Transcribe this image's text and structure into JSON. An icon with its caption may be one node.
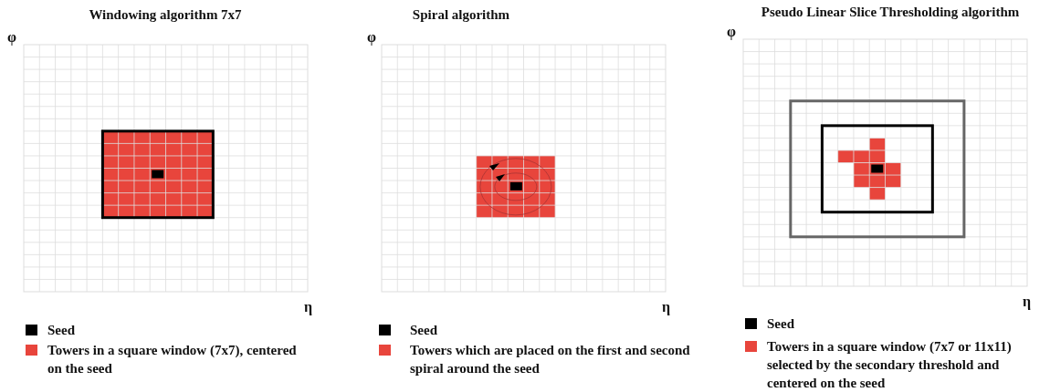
{
  "diagram": {
    "labels": [
      "Windowing algorithm 7x7",
      "φ",
      "η",
      "Spiral algorithm",
      "φ",
      "η",
      "Pseudo Linear Slice Thresholding algorithm",
      "φ",
      "η"
    ],
    "legend": [
      {
        "text": "Seed",
        "color": "#000000"
      },
      {
        "text": "Towers in a square window (7x7), centered on the seed",
        "color": "#e8453c"
      },
      {
        "text": "Seed",
        "color": "#000000"
      },
      {
        "text": "Towers which are placed on the first and second spiral around the seed",
        "color": "#e8453c"
      },
      {
        "text": "Seed",
        "color": "#000000"
      },
      {
        "text": "Towers in a square window (7x7 or 11x11) selected by the secondary threshold and centered on the seed",
        "color": "#e8453c"
      }
    ]
  }
}
